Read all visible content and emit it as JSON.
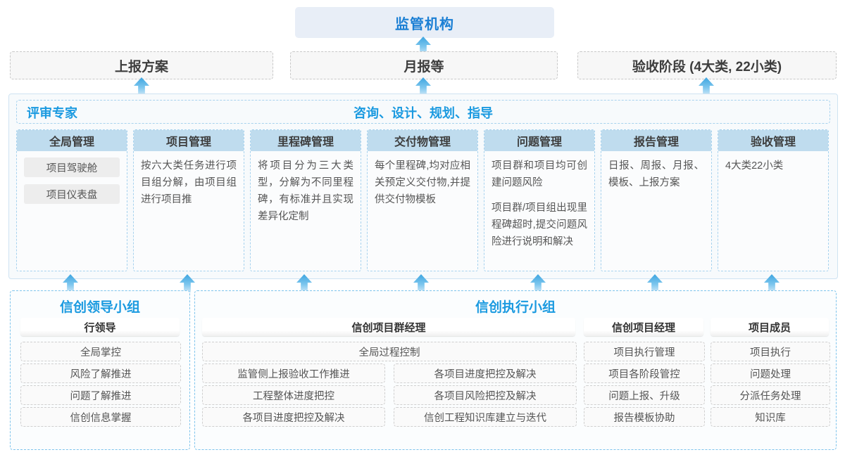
{
  "top": {
    "regulator": "监管机构",
    "reports": [
      "上报方案",
      "月报等",
      "验收阶段 (4大类, 22小类)"
    ]
  },
  "middle": {
    "left_label": "评审专家",
    "center_label": "咨询、设计、规划、指导",
    "columns": [
      {
        "title": "全局管理",
        "pills": [
          "项目驾驶舱",
          "项目仪表盘"
        ],
        "paras": []
      },
      {
        "title": "项目管理",
        "pills": [],
        "paras": [
          "按六大类任务进行项目组分解，由项目组进行项目推"
        ]
      },
      {
        "title": "里程碑管理",
        "pills": [],
        "paras": [
          "将项目分为三大类型，分解为不同里程碑，有标准并且实现差异化定制"
        ]
      },
      {
        "title": "交付物管理",
        "pills": [],
        "paras": [
          "每个里程碑,均对应相关预定义交付物,并提供交付物模板"
        ]
      },
      {
        "title": "问题管理",
        "pills": [],
        "paras": [
          "项目群和项目均可创建问题风险",
          "项目群/项目组出现里程碑超时,提交问题风险进行说明和解决"
        ]
      },
      {
        "title": "报告管理",
        "pills": [],
        "paras": [
          "日报、周报、月报、模板、上报方案"
        ]
      },
      {
        "title": "验收管理",
        "pills": [],
        "paras": [
          "4大类22小类"
        ]
      }
    ]
  },
  "bottom": {
    "leader_group": {
      "title": "信创领导小组",
      "header": "行领导",
      "items": [
        "全局掌控",
        "风险了解推进",
        "问题了解推进",
        "信创信息掌握"
      ]
    },
    "exec_group": {
      "title": "信创执行小组",
      "roles": [
        {
          "header": "信创项目群经理",
          "full_width_item": "全局过程控制",
          "col_left": [
            "监管侧上报验收工作推进",
            "工程整体进度把控",
            "各项目进度把控及解决"
          ],
          "col_right": [
            "各项目进度把控及解决",
            "各项目风险把控及解决",
            "信创工程知识库建立与迭代"
          ]
        },
        {
          "header": "信创项目经理",
          "items": [
            "项目执行管理",
            "项目各阶段管控",
            "问题上报、升级",
            "报告模板协助"
          ]
        },
        {
          "header": "项目成员",
          "items": [
            "项目执行",
            "问题处理",
            "分派任务处理",
            "知识库"
          ]
        }
      ]
    }
  },
  "colors": {
    "accent_blue": "#1b9ae0",
    "regulator_bg": "#e8eef7",
    "column_header_bg": "#bfdcee",
    "arrow_blue": "#3da5e0"
  }
}
